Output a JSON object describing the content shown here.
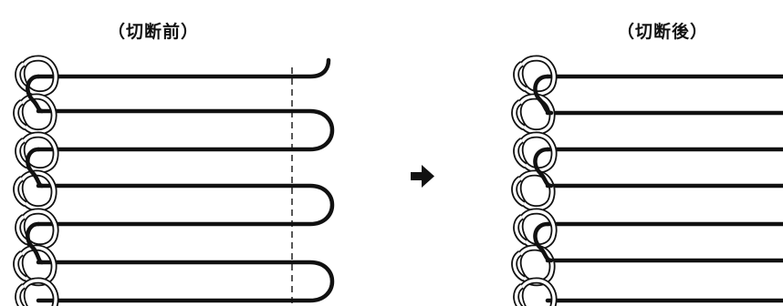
{
  "labels": {
    "before": "（切断前）",
    "after": "（切断後）"
  },
  "colors": {
    "ink": "#111111",
    "background": "#ffffff"
  },
  "diagram": {
    "before_strand_count": 7,
    "after_strand_count": 7,
    "chain_link_count": 7,
    "cut_line_style": "dashed",
    "transition_icon": "right-arrow-icon"
  }
}
